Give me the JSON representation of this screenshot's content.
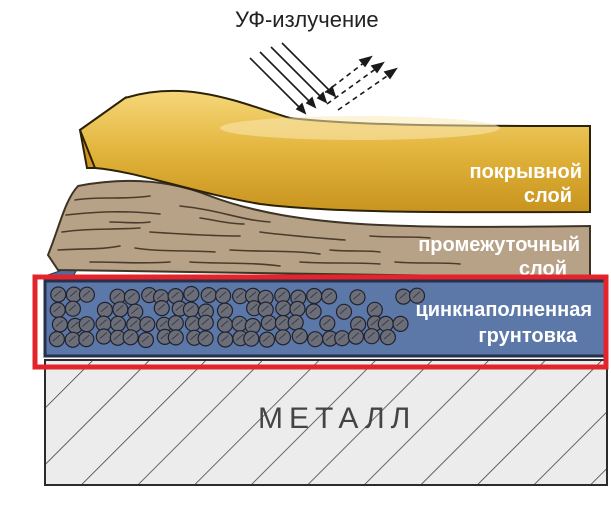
{
  "uv": {
    "label": "УФ-излучение",
    "icon": "uv-rays-arrows"
  },
  "layers": {
    "topcoat": {
      "line1": "покрывной",
      "line2": "слой",
      "color": "#E2B43B"
    },
    "intermediate": {
      "line1": "промежуточный",
      "line2": "слой",
      "color": "#B7A187"
    },
    "primer": {
      "line1": "цинкнаполненная",
      "line2": "грунтовка",
      "color": "#5C78A8",
      "particle_color": "#6B6E78"
    },
    "metal": {
      "label": "МЕТАЛЛ",
      "color": "#ECECEC"
    }
  },
  "highlight": {
    "color": "#E3242B",
    "target": "primer"
  }
}
